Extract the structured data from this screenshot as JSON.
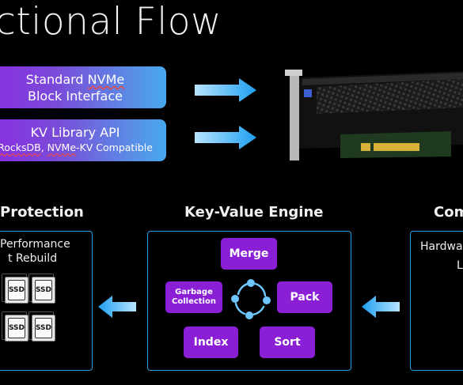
{
  "title": "ctional Flow",
  "interfaces": [
    {
      "line1": "Standard NVMe",
      "line2": "Block Interface"
    },
    {
      "line1": "KV Library API",
      "line2": "RocksDB, NVMe-KV Compatible"
    }
  ],
  "sections": {
    "left": {
      "heading": "Protection",
      "lines": [
        "Performance",
        "t Rebuild"
      ],
      "ssd_label": "SSD"
    },
    "center": {
      "heading": "Key-Value Engine"
    },
    "right": {
      "heading": "Com",
      "lines": [
        "Hardwa",
        "L"
      ]
    }
  },
  "engine": {
    "merge": "Merge",
    "garbage_line1": "Garbage",
    "garbage_line2": "Collection",
    "pack": "Pack",
    "index": "Index",
    "sort": "Sort"
  },
  "colors": {
    "accent_purple": "#8a1fd6",
    "panel_border": "#2d9cdb",
    "arrow_blue": "#27a8f2"
  },
  "icons": {
    "cycle": "cycle-arrows-icon",
    "arrows": "right-arrow-icon",
    "card": "storage-card-image"
  }
}
